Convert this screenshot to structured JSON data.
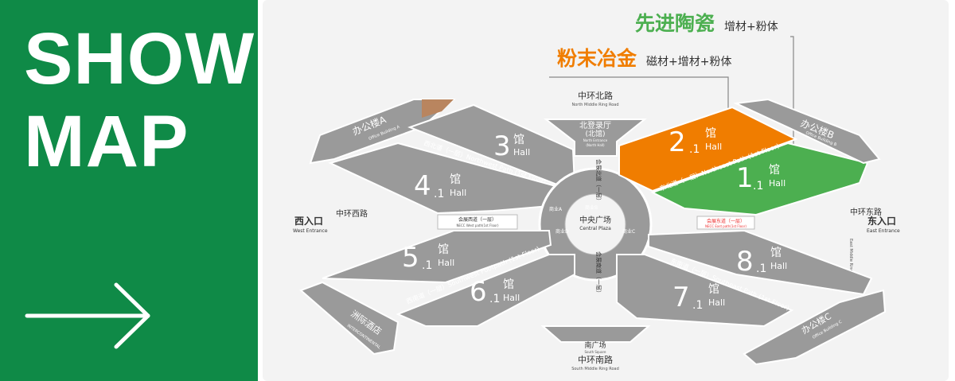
{
  "panel": {
    "title_line1": "SHOW",
    "title_line2": "MAP",
    "arrow_icon": "right-arrow-icon",
    "background_color": "#0f8a47"
  },
  "legend": {
    "ceramics": {
      "title": "先进陶瓷",
      "sub": "增材+粉体",
      "color": "#4caf50"
    },
    "powder": {
      "title": "粉末冶金",
      "sub": "磁材+增材+粉体",
      "color": "#f07d00"
    }
  },
  "map": {
    "north_road": "中环北路",
    "north_road_en": "North Middle Ring Road",
    "south_road": "中环南路",
    "south_road_en": "South Middle Ring Road",
    "west_road": "中环西路",
    "east_road": "中环东路",
    "east_road_en": "East Middle Ring Road",
    "north_hall": "北登录厅",
    "north_hall_sub": "(北馆)",
    "north_hall_en": "North Entrance",
    "north_hall_en2": "(North Hall)",
    "west_entrance": "西入口",
    "west_entrance_en": "West Entrance",
    "east_entrance": "东入口",
    "east_entrance_en": "East Entrance",
    "central_plaza": "中央广场",
    "central_plaza_en": "Central Plaza",
    "south_square": "南广场",
    "south_square_en": "South Square",
    "office_a": "办公楼A",
    "office_a_en": "Office Building A",
    "office_b": "办公楼B",
    "office_b_en": "Office Building B",
    "office_c": "办公楼C",
    "office_c_en": "Office Building C",
    "hotel": "洲际酒店",
    "hotel_en": "INTERCONTINENTAL",
    "nw_path": "西北道（一层）Northwest Path (1st Floor)",
    "ne_path": "东北道（一层）Northeast Path (1st Floor)",
    "sw_path": "西南道（一层）Southwest Footpath (1st Floor)",
    "se_path": "东南道（一层）Southeast Path (1st Floor)",
    "west_path": "会展西道（一层）",
    "west_path_en": "NECC West path(1st Floor)",
    "east_path": "会展东道（一层）",
    "east_path_en": "NECC East path(1st Floor)",
    "north_path": "会展北道（一层）",
    "south_path": "会展南道（一层）",
    "gates": [
      "B",
      "C",
      "D",
      "A"
    ],
    "gate_prefix": "商业",
    "halls": [
      {
        "num": "1",
        "sub": ".1",
        "guan": "馆",
        "hall": "Hall"
      },
      {
        "num": "2",
        "sub": ".1",
        "guan": "馆",
        "hall": "Hall"
      },
      {
        "num": "3",
        "sub": "",
        "guan": "馆",
        "hall": "Hall"
      },
      {
        "num": "4",
        "sub": ".1",
        "guan": "馆",
        "hall": "Hall"
      },
      {
        "num": "5",
        "sub": ".1",
        "guan": "馆",
        "hall": "Hall"
      },
      {
        "num": "6",
        "sub": ".1",
        "guan": "馆",
        "hall": "Hall"
      },
      {
        "num": "7",
        "sub": ".1",
        "guan": "馆",
        "hall": "Hall"
      },
      {
        "num": "8",
        "sub": ".1",
        "guan": "馆",
        "hall": "Hall"
      }
    ]
  }
}
